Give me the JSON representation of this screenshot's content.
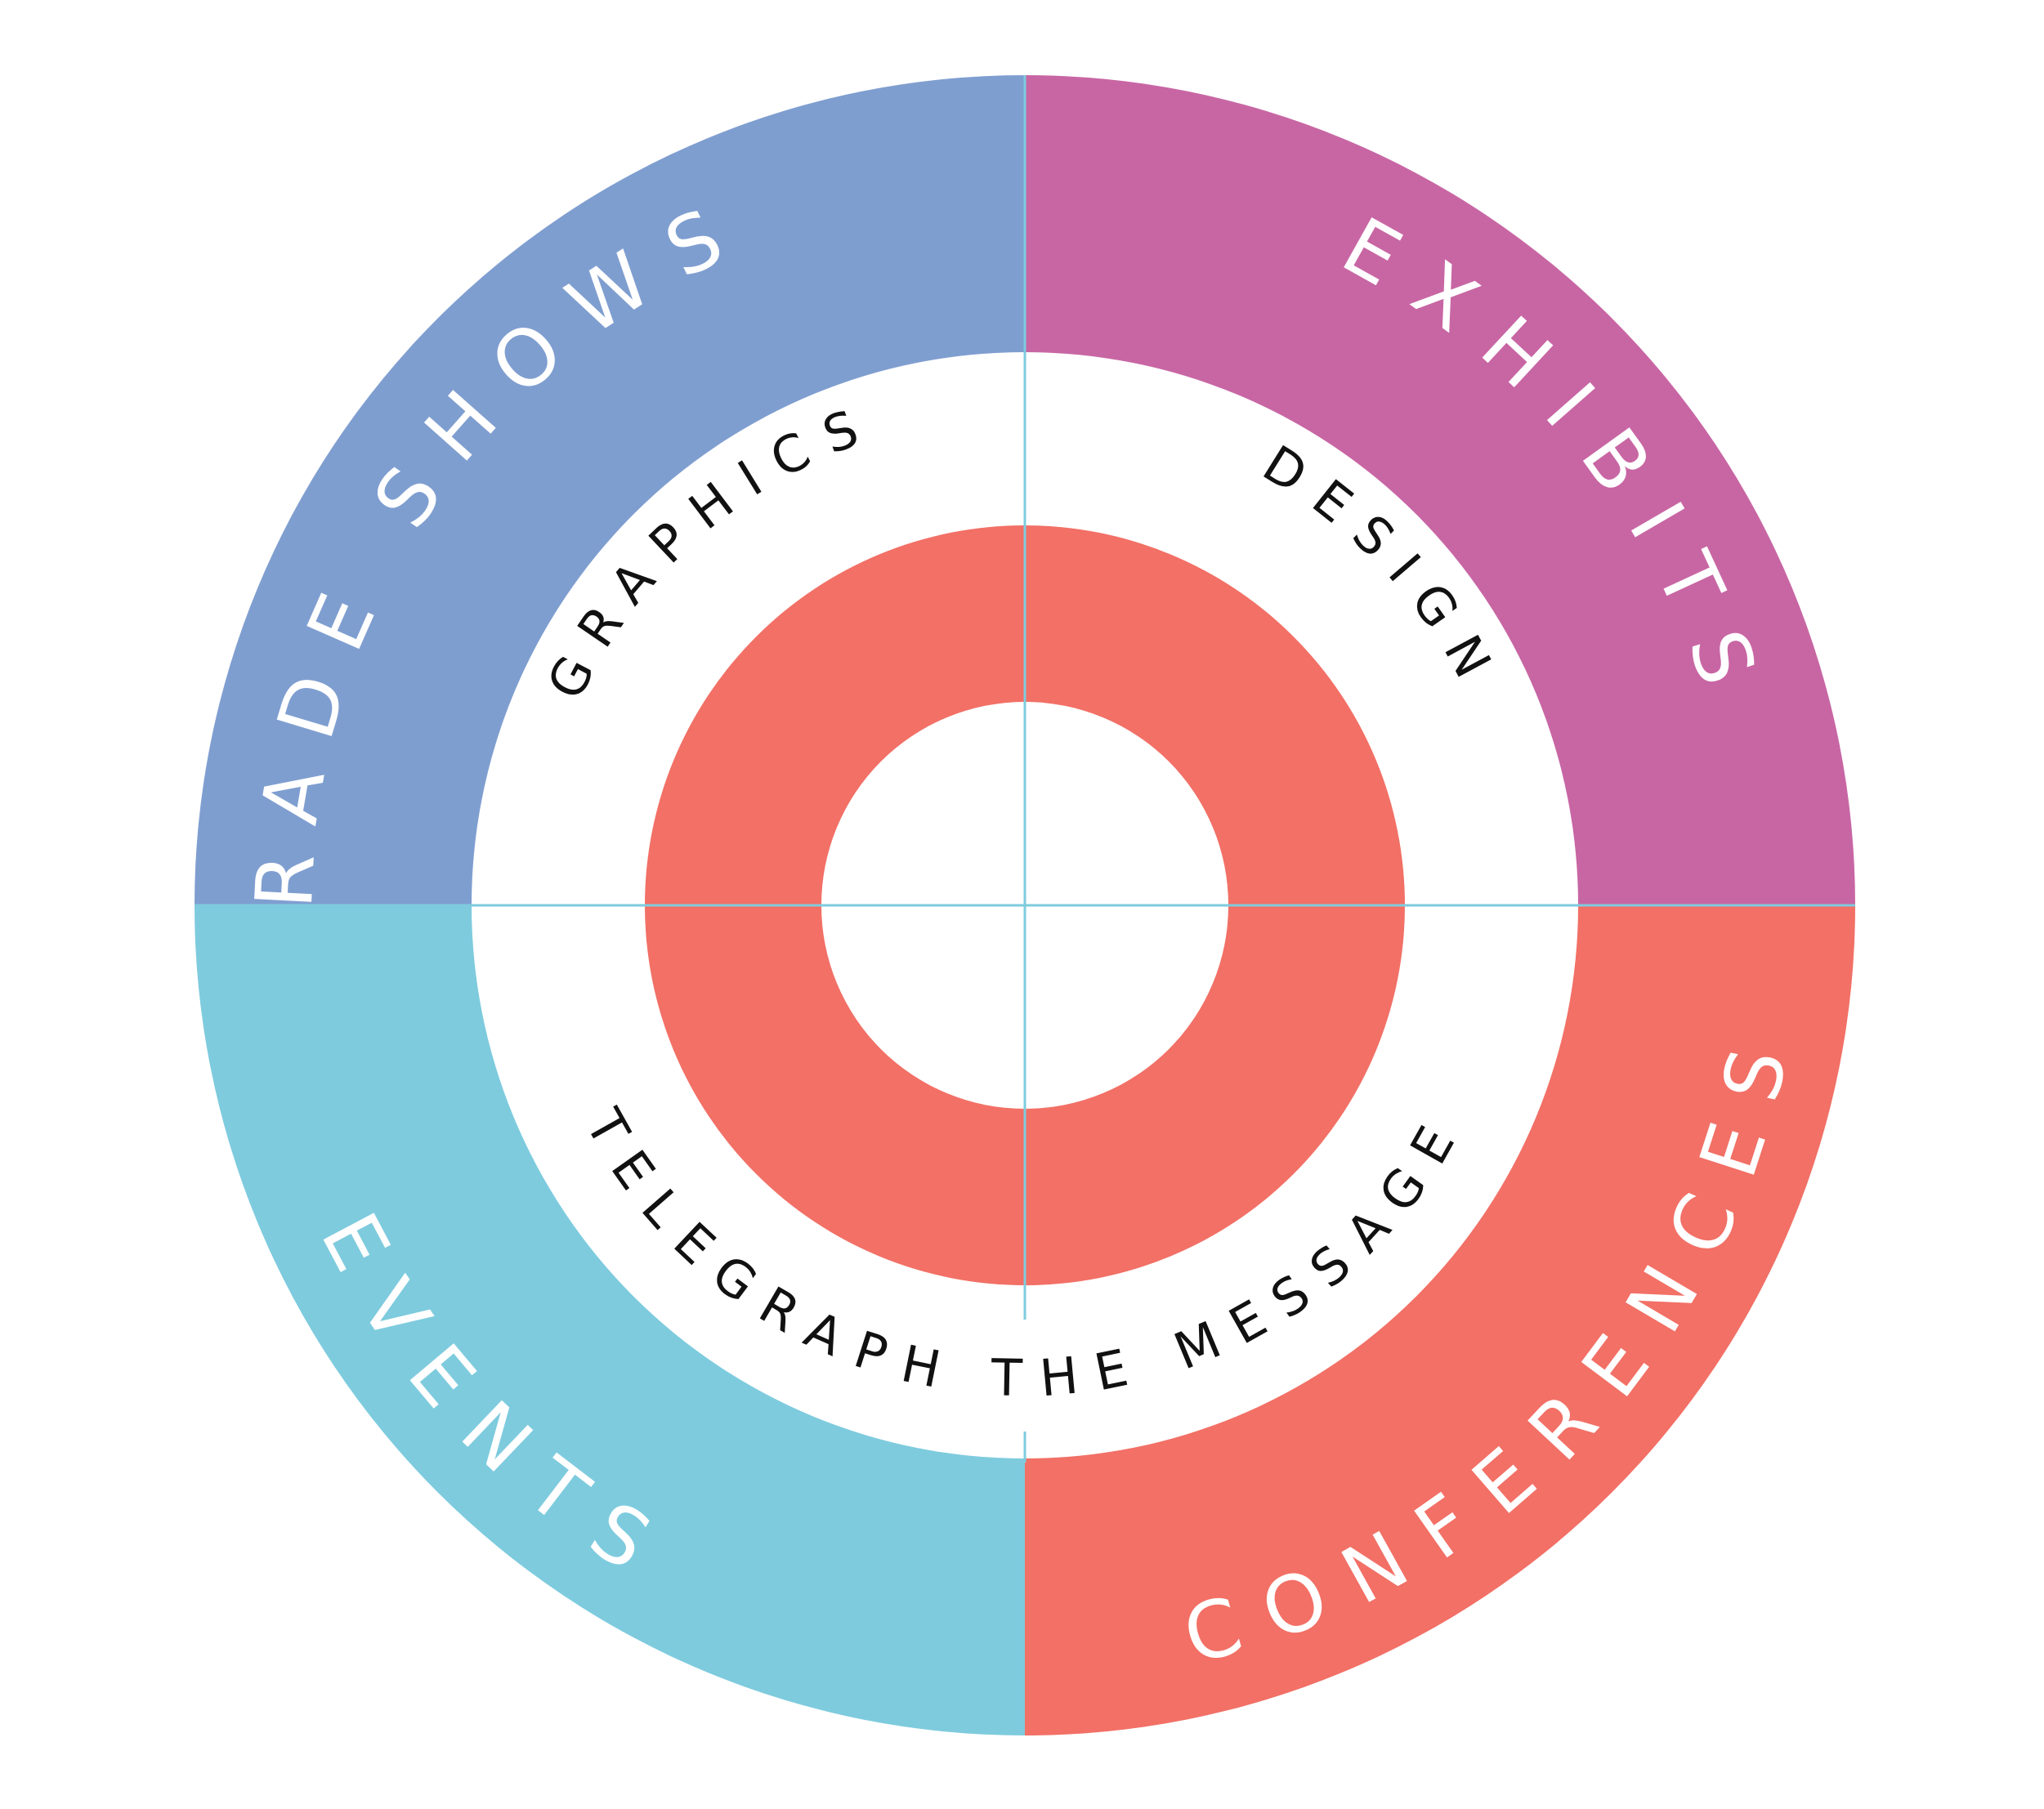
{
  "colors": {
    "background": "#ffffff",
    "trade_shows": "#7f9ed0",
    "exhibits": "#c866a4",
    "events": "#7ecbde",
    "conferences": "#f27066",
    "inner_ring": "#f27066",
    "divider": "#7ecbde",
    "inner_text": "#111111",
    "outer_text": "#ffffff"
  },
  "outer_ring": {
    "trade_shows": "TRADE SHOWS",
    "exhibits": "EXHIBITS",
    "events": "EVENTS",
    "conferences": "CONFERENCES"
  },
  "inner_labels": {
    "graphics": "GRAPHICS",
    "design": "DESIGN",
    "telegraph": "TELEGRAPH THE MESSAGE"
  }
}
